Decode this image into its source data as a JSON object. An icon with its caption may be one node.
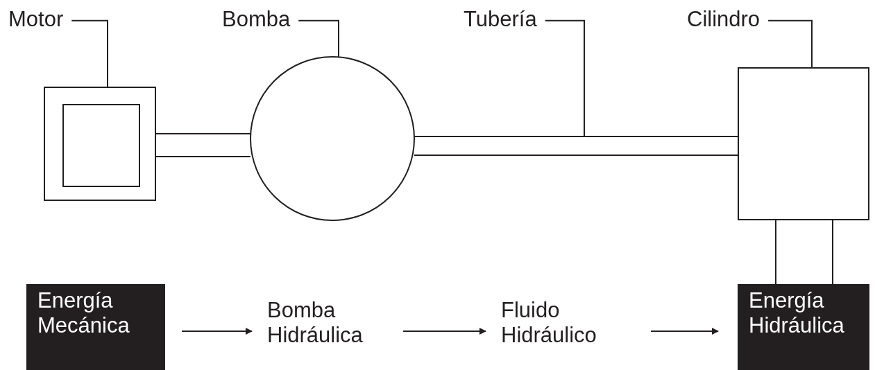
{
  "diagram": {
    "nodes": [
      {
        "text": [
          "Motor"
        ]
      },
      {
        "text": [],
        "shape": "box"
      },
      {
        "text": [
          "Bomba"
        ]
      },
      {
        "text": [],
        "shape": "circle"
      },
      {
        "text": [
          "Tubería"
        ]
      },
      {
        "text": [],
        "shape": "bar"
      },
      {
        "text": [
          "Cilindro"
        ]
      },
      {
        "text": [],
        "shape": "box"
      },
      {
        "text": [
          "Energía Mecánica"
        ]
      },
      {
        "text": [
          "Bomba Hidráulica"
        ]
      },
      {
        "text": [
          "Fluido Hidráulico"
        ]
      },
      {
        "text": [
          "Energía Hidráulica"
        ]
      }
    ],
    "edges": [
      {
        "from": 0,
        "to": 1,
        "arrow": "none"
      },
      {
        "from": 2,
        "to": 3,
        "arrow": "none"
      },
      {
        "from": 4,
        "to": 5,
        "arrow": "none"
      },
      {
        "from": 6,
        "to": 7,
        "arrow": "none"
      },
      {
        "from": 8,
        "to": 9,
        "arrow": "to"
      },
      {
        "from": 9,
        "to": 10,
        "arrow": "to"
      },
      {
        "from": 10,
        "to": 11,
        "arrow": "to"
      }
    ]
  }
}
